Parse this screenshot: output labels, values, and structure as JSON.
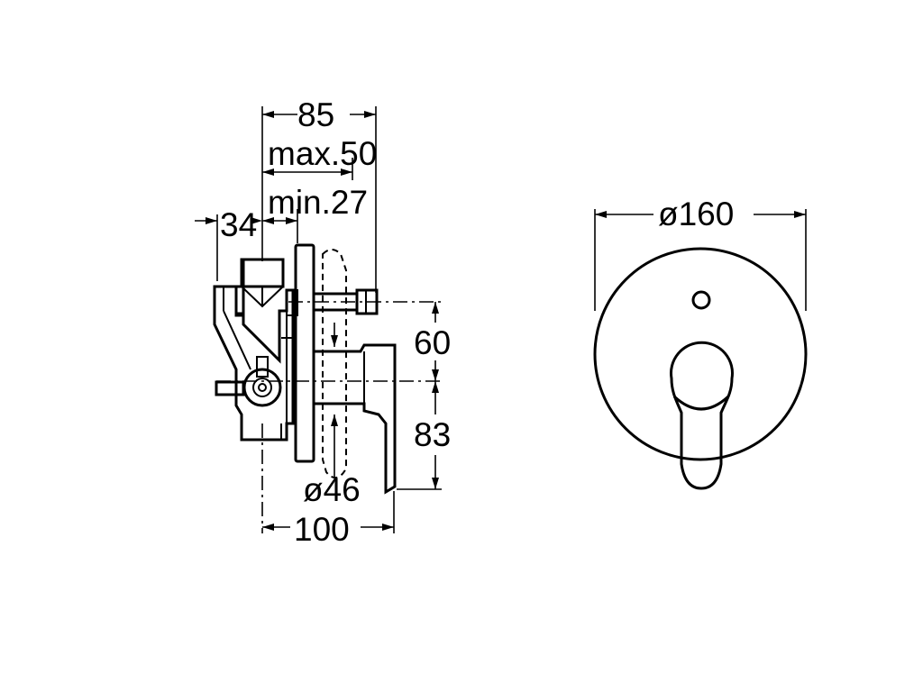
{
  "drawing": {
    "dimensions": {
      "overall_depth": "85",
      "max_depth": "max.50",
      "min_depth": "min.27",
      "body_depth": "34",
      "outlet_to_handle": "60",
      "handle_to_bottom": "83",
      "lever_diameter": "ø46",
      "overall_projection": "100",
      "plate_diameter": "ø160"
    },
    "colors": {
      "line": "#000000",
      "background": "#ffffff"
    }
  }
}
